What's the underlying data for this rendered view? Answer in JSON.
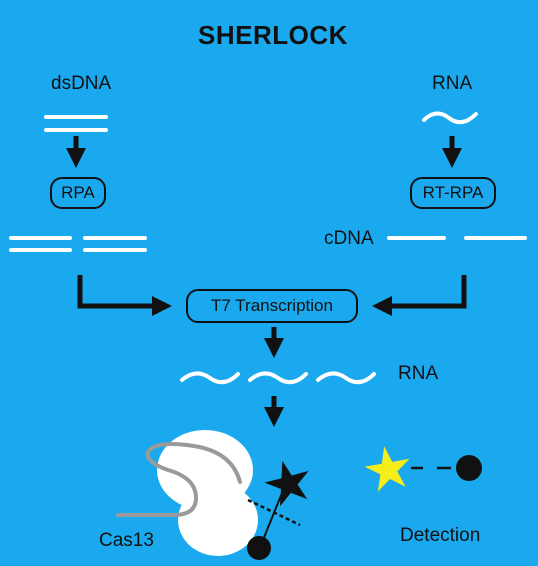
{
  "title": "SHERLOCK",
  "left_input_label": "dsDNA",
  "right_input_label": "RNA",
  "left_step_label": "RPA",
  "right_step_label": "RT-RPA",
  "cdna_label": "cDNA",
  "transcription_label": "T7 Transcription",
  "rna_product_label": "RNA",
  "cas13_label": "Cas13",
  "detection_label": "Detection",
  "colors": {
    "background": "#1aa9ee",
    "strand": "#ffffff",
    "arrow": "#111111",
    "reporter_star": "#f6ee1b",
    "quenched_star": "#111111",
    "enzyme": "#ffffff",
    "guide": "#9a9a9a"
  }
}
